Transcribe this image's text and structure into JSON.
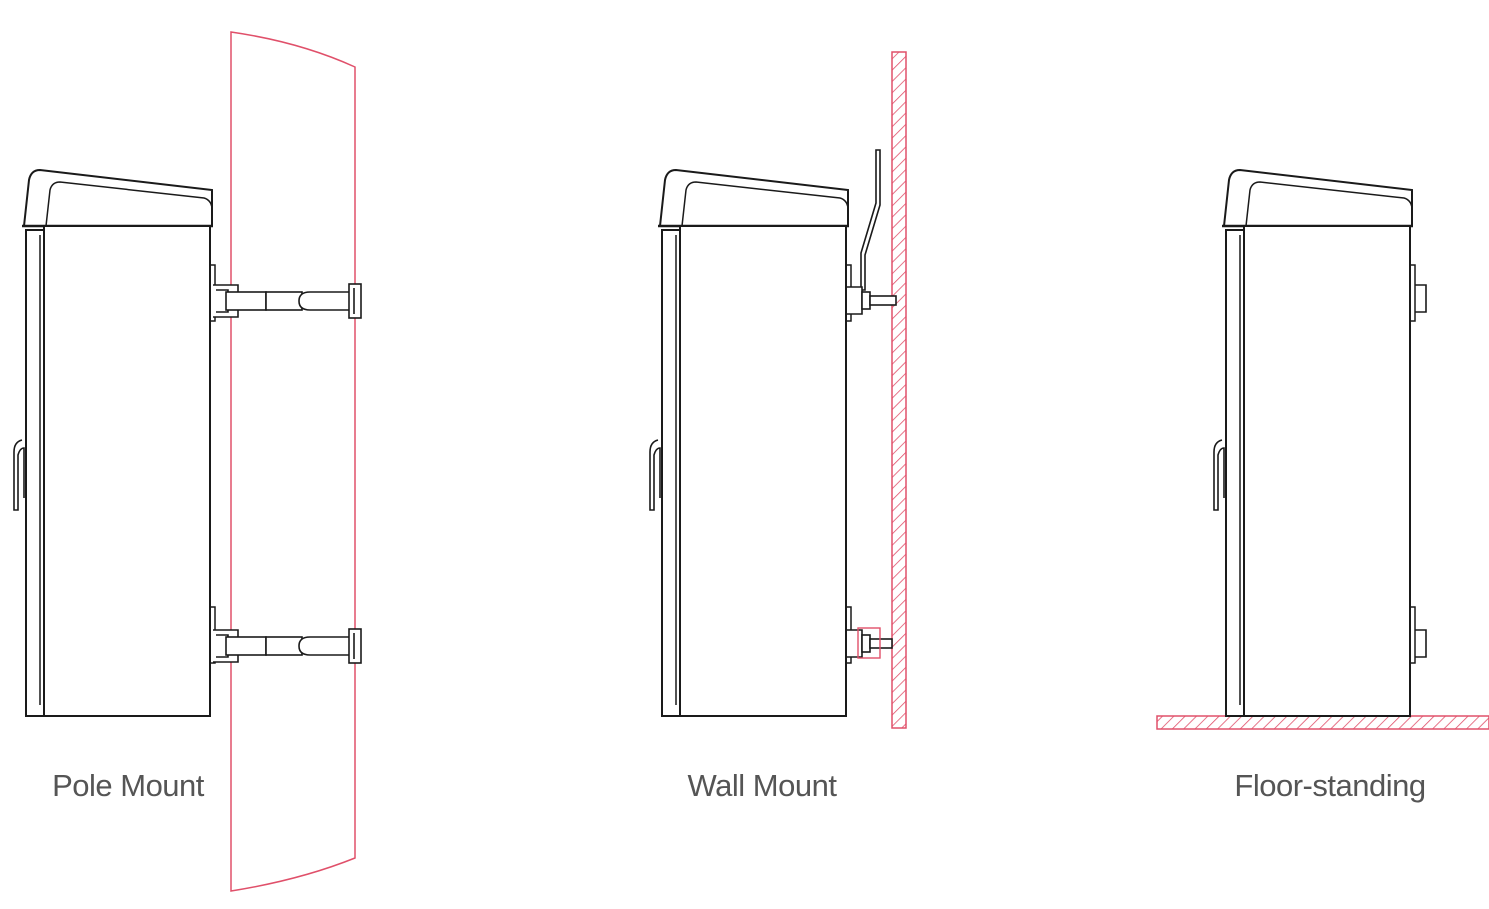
{
  "labels": {
    "pole": "Pole Mount",
    "wall": "Wall Mount",
    "floor": "Floor-standing"
  },
  "colors": {
    "line": "#1a1a1a",
    "accent": "#e0506a",
    "label": "#555555"
  }
}
